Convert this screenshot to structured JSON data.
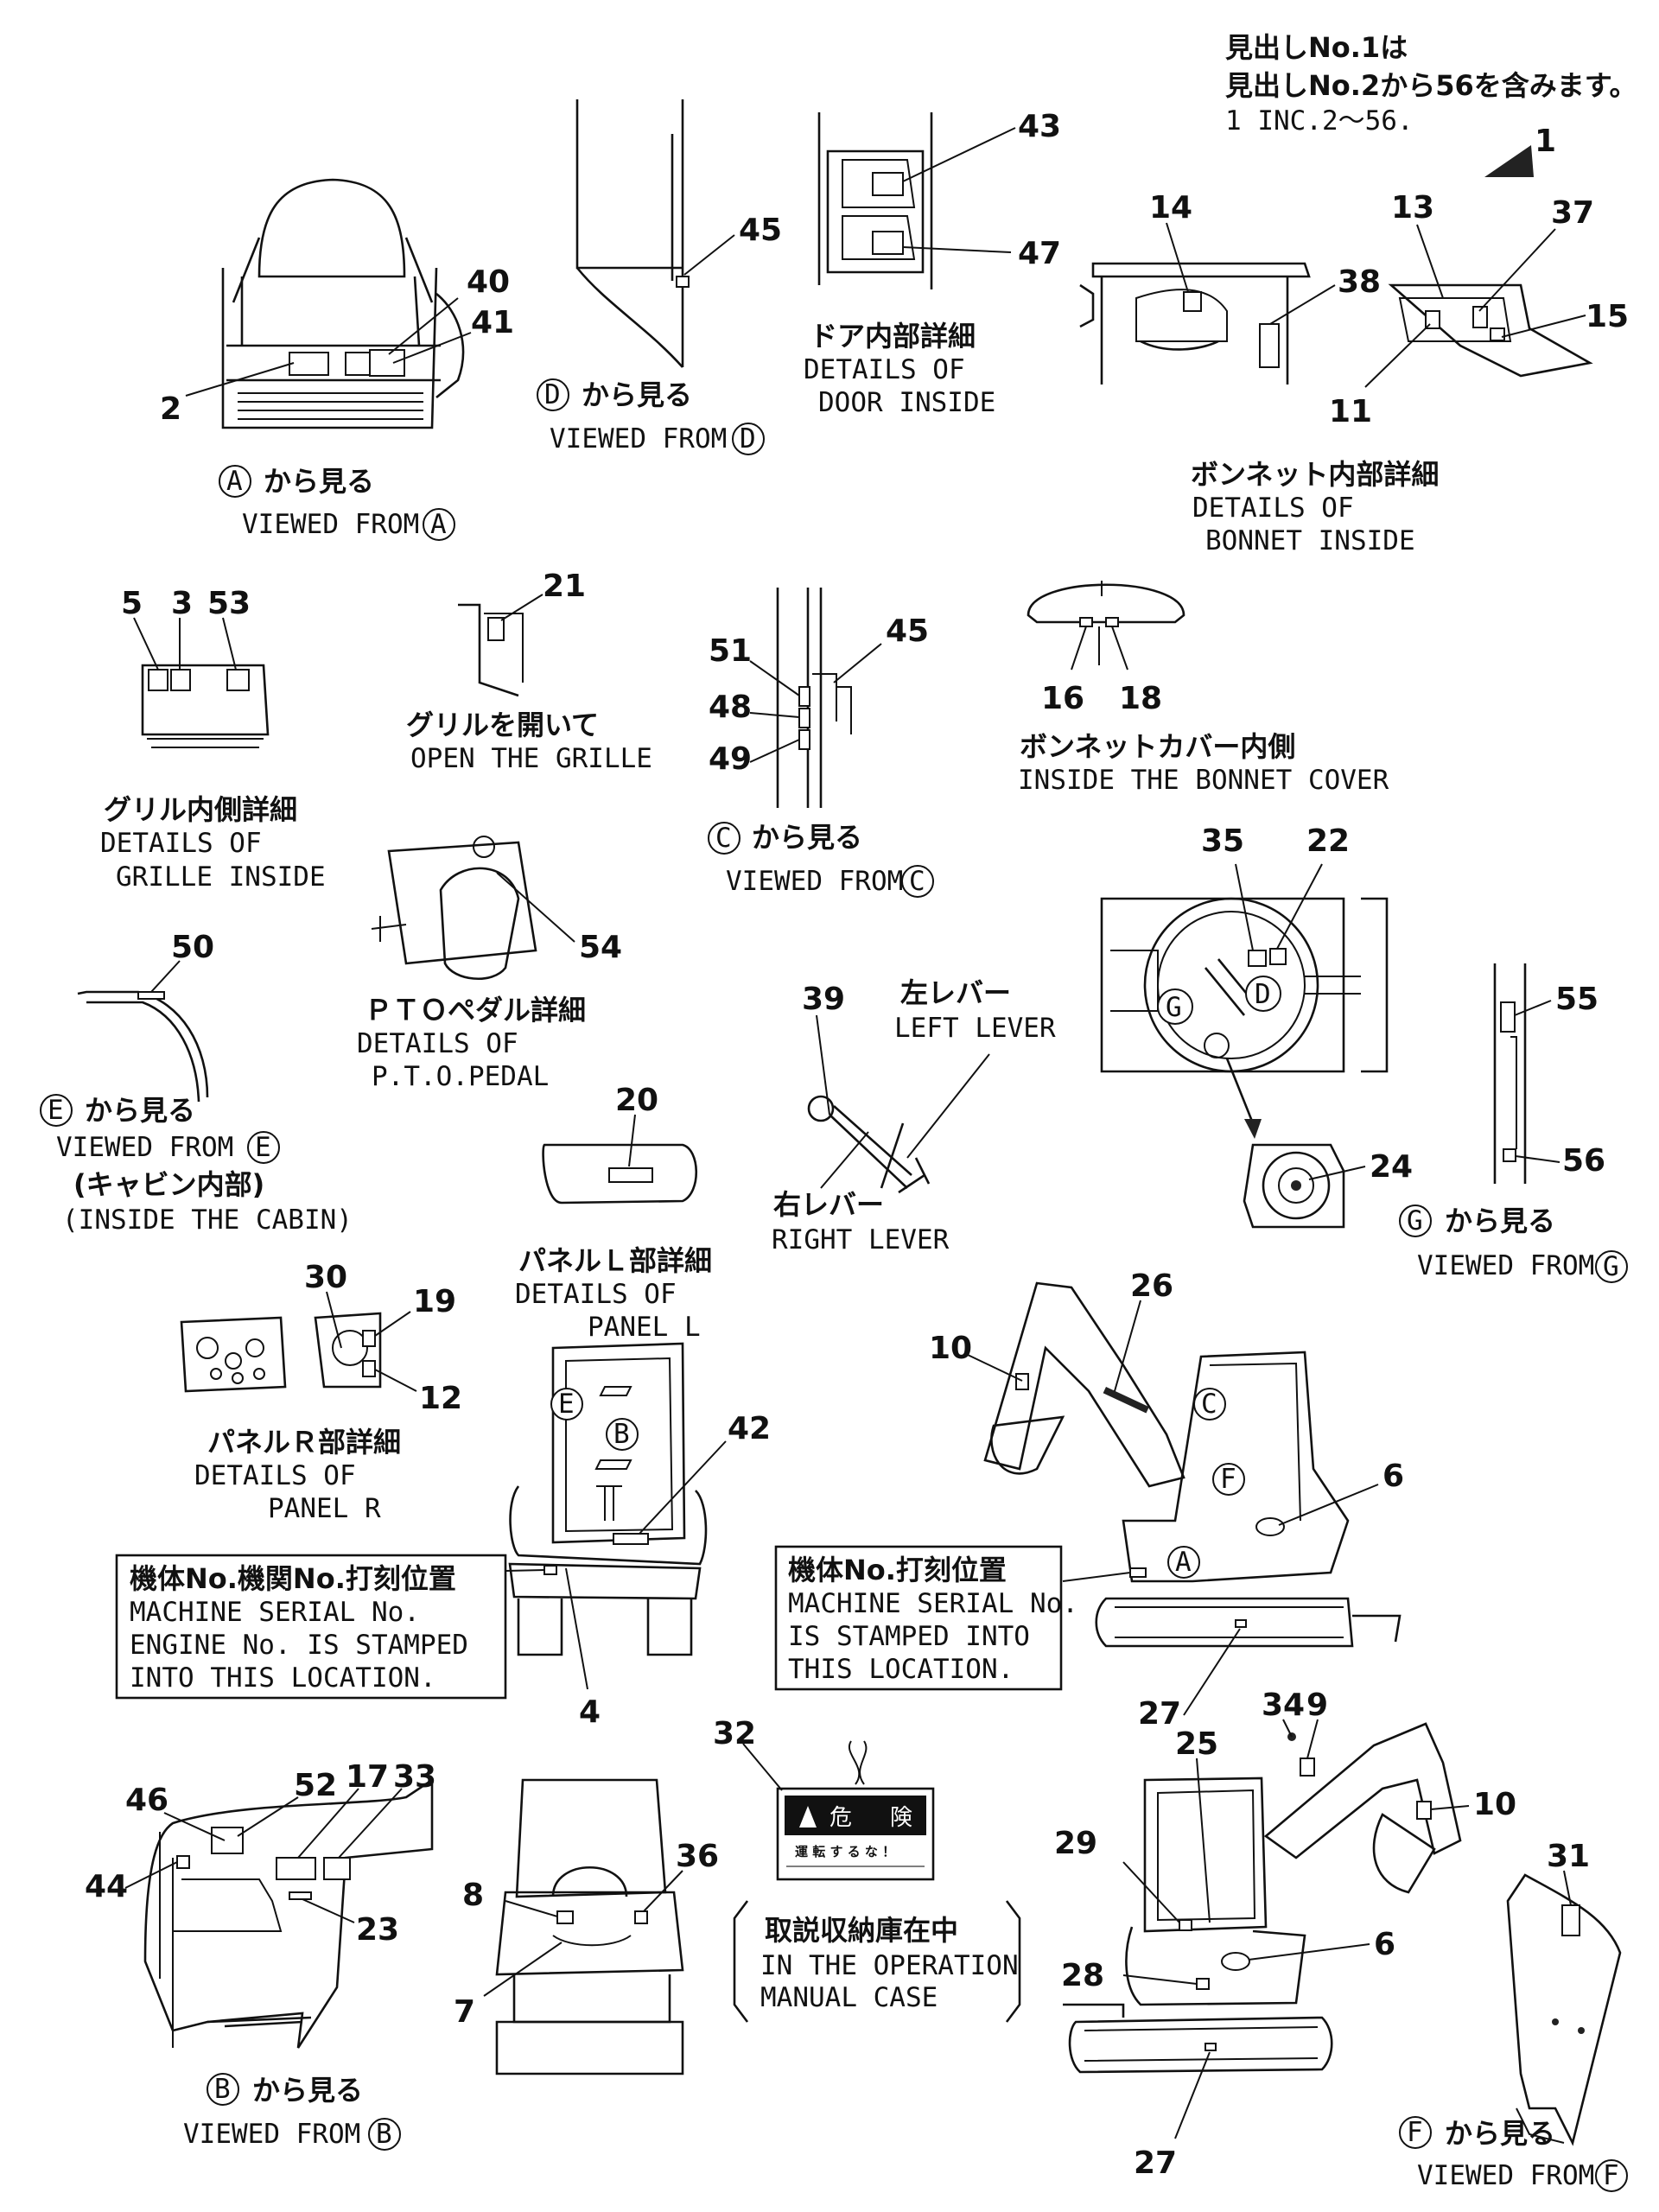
{
  "note": {
    "line1": "見出しNo.1は",
    "line2": "見出しNo.2から56を含みます。",
    "line3": "1 INC.2～56."
  },
  "parts": [
    "1",
    "2",
    "3",
    "4",
    "5",
    "6",
    "7",
    "8",
    "9",
    "10",
    "11",
    "12",
    "13",
    "14",
    "15",
    "16",
    "17",
    "18",
    "19",
    "20",
    "21",
    "22",
    "23",
    "24",
    "25",
    "26",
    "27",
    "28",
    "29",
    "30",
    "31",
    "32",
    "33",
    "34",
    "35",
    "36",
    "37",
    "38",
    "39",
    "40",
    "41",
    "42",
    "43",
    "44",
    "45",
    "46",
    "47",
    "48",
    "49",
    "50",
    "51",
    "52",
    "53",
    "54",
    "55",
    "56"
  ],
  "circle_letters": {
    "A": "A",
    "B": "B",
    "C": "C",
    "D": "D",
    "E": "E",
    "F": "F",
    "G": "G"
  },
  "captions": {
    "viewed_from_jp": "から見る",
    "viewed_from_en": "VIEWED FROM",
    "door_jp": "ドア内部詳細",
    "door_en1": "DETAILS OF",
    "door_en2": "DOOR INSIDE",
    "bonnet_jp": "ボンネット内部詳細",
    "bonnet_en1": "DETAILS OF",
    "bonnet_en2": "BONNET INSIDE",
    "grille_jp": "グリル内側詳細",
    "grille_en1": "DETAILS OF",
    "grille_en2": "GRILLE INSIDE",
    "open_grille_jp": "グリルを開いて",
    "open_grille_en": "OPEN THE GRILLE",
    "bonnet_cover_jp": "ボンネットカバー内側",
    "bonnet_cover_en": "INSIDE THE BONNET COVER",
    "pto_jp": "ＰＴＯペダル詳細",
    "pto_en1": "DETAILS OF",
    "pto_en2": "P.T.O.PEDAL",
    "cabin_jp": "(キャビン内部)",
    "cabin_en": "(INSIDE THE CABIN)",
    "left_lever_jp": "左レバー",
    "left_lever_en": "LEFT LEVER",
    "right_lever_jp": "右レバー",
    "right_lever_en": "RIGHT LEVER",
    "panel_l_jp": "パネルＬ部詳細",
    "panel_l_en1": "DETAILS OF",
    "panel_l_en2": "PANEL L",
    "panel_r_jp": "パネルＲ部詳細",
    "panel_r_en1": "DETAILS OF",
    "panel_r_en2": "PANEL R",
    "manual_jp": "取説収納庫在中",
    "manual_en1": "IN THE OPERATION",
    "manual_en2": "MANUAL CASE"
  },
  "stamp_left": {
    "l1": "機体No.機関No.打刻位置",
    "l2": "MACHINE SERIAL No.",
    "l3": "ENGINE No. IS STAMPED",
    "l4": "INTO THIS LOCATION."
  },
  "stamp_right": {
    "l1": "機体No.打刻位置",
    "l2": "MACHINE SERIAL No.",
    "l3": "IS STAMPED INTO",
    "l4": "THIS LOCATION."
  },
  "warning_label": {
    "title1": "危",
    "title2": "険",
    "body": "運 転 す る な ！"
  }
}
